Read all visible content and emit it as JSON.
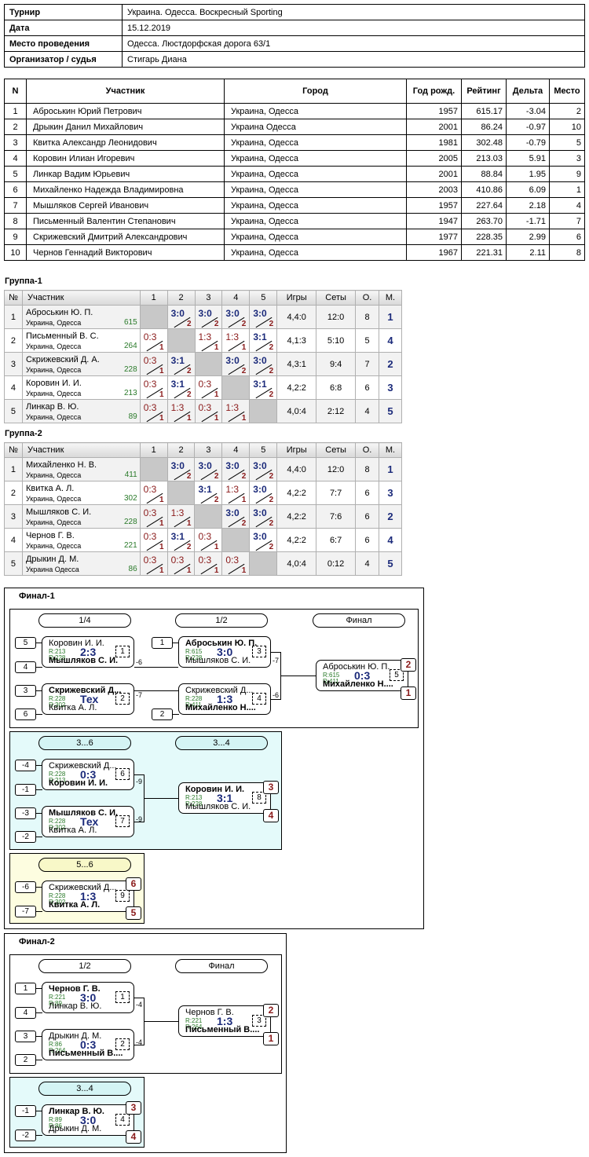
{
  "info": [
    {
      "k": "Турнир",
      "v": "Украина. Одесса. Воскресный Sporting"
    },
    {
      "k": "Дата",
      "v": "15.12.2019"
    },
    {
      "k": "Место проведения",
      "v": "Одесса. Люстдорфская дорога 63/1"
    },
    {
      "k": "Организатор / судья",
      "v": "Стигарь Диана"
    }
  ],
  "players": {
    "headers": [
      "N",
      "Участник",
      "Город",
      "Год рожд.",
      "Рейтинг",
      "Дельта",
      "Место"
    ],
    "rows": [
      [
        "1",
        "Аброськин Юрий Петрович",
        "Украина, Одесса",
        "1957",
        "615.17",
        "-3.04",
        "2"
      ],
      [
        "2",
        "Дрыкин Данил Михайлович",
        "Украина Одесса",
        "2001",
        "86.24",
        "-0.97",
        "10"
      ],
      [
        "3",
        "Квитка Александр Леонидович",
        "Украина, Одесса",
        "1981",
        "302.48",
        "-0.79",
        "5"
      ],
      [
        "4",
        "Коровин Илиан Игоревич",
        "Украина, Одесса",
        "2005",
        "213.03",
        "5.91",
        "3"
      ],
      [
        "5",
        "Линкар Вадим Юрьевич",
        "Украина, Одесса",
        "2001",
        "88.84",
        "1.95",
        "9"
      ],
      [
        "6",
        "Михайленко Надежда Владимировна",
        "Украина, Одесса",
        "2003",
        "410.86",
        "6.09",
        "1"
      ],
      [
        "7",
        "Мышляков Сергей Иванович",
        "Украина, Одесса",
        "1957",
        "227.64",
        "2.18",
        "4"
      ],
      [
        "8",
        "Письменный Валентин Степанович",
        "Украина, Одесса",
        "1947",
        "263.70",
        "-1.71",
        "7"
      ],
      [
        "9",
        "Скрижевский Дмитрий Александрович",
        "Украина, Одесса",
        "1977",
        "228.35",
        "2.99",
        "6"
      ],
      [
        "10",
        "Чернов Геннадий Викторович",
        "Украина, Одесса",
        "1967",
        "221.31",
        "2.11",
        "8"
      ]
    ]
  },
  "group_headers": [
    "№",
    "Участник",
    "1",
    "2",
    "3",
    "4",
    "5",
    "Игры",
    "Сеты",
    "О.",
    "М."
  ],
  "groups": [
    {
      "title": "Группа-1",
      "rows": [
        {
          "n": "1",
          "name": "Аброськин Ю. П.",
          "city": "Украина, Одесса",
          "rating": "615",
          "cells": [
            null,
            [
              "3:0",
              "2",
              "w"
            ],
            [
              "3:0",
              "2",
              "w"
            ],
            [
              "3:0",
              "2",
              "w"
            ],
            [
              "3:0",
              "2",
              "w"
            ]
          ],
          "games": "4,4:0",
          "sets": "12:0",
          "pts": "8",
          "place": "1"
        },
        {
          "n": "2",
          "name": "Письменный В. С.",
          "city": "Украина, Одесса",
          "rating": "264",
          "cells": [
            [
              "0:3",
              "1",
              "l"
            ],
            null,
            [
              "1:3",
              "1",
              "l"
            ],
            [
              "1:3",
              "1",
              "l"
            ],
            [
              "3:1",
              "2",
              "w"
            ]
          ],
          "games": "4,1:3",
          "sets": "5:10",
          "pts": "5",
          "place": "4"
        },
        {
          "n": "3",
          "name": "Скрижевский Д. А.",
          "city": "Украина, Одесса",
          "rating": "228",
          "cells": [
            [
              "0:3",
              "1",
              "l"
            ],
            [
              "3:1",
              "2",
              "w"
            ],
            null,
            [
              "3:0",
              "2",
              "w"
            ],
            [
              "3:0",
              "2",
              "w"
            ]
          ],
          "games": "4,3:1",
          "sets": "9:4",
          "pts": "7",
          "place": "2"
        },
        {
          "n": "4",
          "name": "Коровин И. И.",
          "city": "Украина, Одесса",
          "rating": "213",
          "cells": [
            [
              "0:3",
              "1",
              "l"
            ],
            [
              "3:1",
              "2",
              "w"
            ],
            [
              "0:3",
              "1",
              "l"
            ],
            null,
            [
              "3:1",
              "2",
              "w"
            ]
          ],
          "games": "4,2:2",
          "sets": "6:8",
          "pts": "6",
          "place": "3"
        },
        {
          "n": "5",
          "name": "Линкар В. Ю.",
          "city": "Украина, Одесса",
          "rating": "89",
          "cells": [
            [
              "0:3",
              "1",
              "l"
            ],
            [
              "1:3",
              "1",
              "l"
            ],
            [
              "0:3",
              "1",
              "l"
            ],
            [
              "1:3",
              "1",
              "l"
            ],
            null
          ],
          "games": "4,0:4",
          "sets": "2:12",
          "pts": "4",
          "place": "5"
        }
      ]
    },
    {
      "title": "Группа-2",
      "rows": [
        {
          "n": "1",
          "name": "Михайленко Н. В.",
          "city": "Украина, Одесса",
          "rating": "411",
          "cells": [
            null,
            [
              "3:0",
              "2",
              "w"
            ],
            [
              "3:0",
              "2",
              "w"
            ],
            [
              "3:0",
              "2",
              "w"
            ],
            [
              "3:0",
              "2",
              "w"
            ]
          ],
          "games": "4,4:0",
          "sets": "12:0",
          "pts": "8",
          "place": "1"
        },
        {
          "n": "2",
          "name": "Квитка А. Л.",
          "city": "Украина, Одесса",
          "rating": "302",
          "cells": [
            [
              "0:3",
              "1",
              "l"
            ],
            null,
            [
              "3:1",
              "2",
              "w"
            ],
            [
              "1:3",
              "1",
              "l"
            ],
            [
              "3:0",
              "2",
              "w"
            ]
          ],
          "games": "4,2:2",
          "sets": "7:7",
          "pts": "6",
          "place": "3"
        },
        {
          "n": "3",
          "name": "Мышляков С. И.",
          "city": "Украина, Одесса",
          "rating": "228",
          "cells": [
            [
              "0:3",
              "1",
              "l"
            ],
            [
              "1:3",
              "1",
              "l"
            ],
            null,
            [
              "3:0",
              "2",
              "w"
            ],
            [
              "3:0",
              "2",
              "w"
            ]
          ],
          "games": "4,2:2",
          "sets": "7:6",
          "pts": "6",
          "place": "2"
        },
        {
          "n": "4",
          "name": "Чернов Г. В.",
          "city": "Украина, Одесса",
          "rating": "221",
          "cells": [
            [
              "0:3",
              "1",
              "l"
            ],
            [
              "3:1",
              "2",
              "w"
            ],
            [
              "0:3",
              "1",
              "l"
            ],
            null,
            [
              "3:0",
              "2",
              "w"
            ]
          ],
          "games": "4,2:2",
          "sets": "6:7",
          "pts": "6",
          "place": "4"
        },
        {
          "n": "5",
          "name": "Дрыкин Д. М.",
          "city": "Украина Одесса",
          "rating": "86",
          "cells": [
            [
              "0:3",
              "1",
              "l"
            ],
            [
              "0:3",
              "1",
              "l"
            ],
            [
              "0:3",
              "1",
              "l"
            ],
            [
              "0:3",
              "1",
              "l"
            ],
            null
          ],
          "games": "4,0:4",
          "sets": "0:12",
          "pts": "4",
          "place": "5"
        }
      ]
    }
  ],
  "final1": {
    "title": "Финал-1",
    "main": {
      "rounds": [
        "1/4",
        "1/2",
        "Финал"
      ],
      "qf1": {
        "p1": "Коровин И. И.",
        "r1": "R:213",
        "p2": "Мышляков С. И.",
        "r2": "R:228",
        "score": "2:3",
        "num": "1",
        "s1": "5",
        "s2": "4",
        "win": 2,
        "lose": "-6"
      },
      "qf2": {
        "p1": "Скрижевский Д...",
        "r1": "R:228",
        "p2": "Квитка А. Л.",
        "r2": "R:302",
        "score": "Тех",
        "num": "2",
        "s1": "3",
        "s2": "6",
        "win": 1,
        "lose": "-7"
      },
      "sf1": {
        "p1": "Аброськин Ю. П.",
        "r1": "R:615",
        "p2": "Мышляков С. И.",
        "r2": "R:228",
        "score": "3:0",
        "num": "3",
        "s1": "1",
        "win": 1,
        "lose": "-7"
      },
      "sf2": {
        "p1": "Скрижевский Д...",
        "r1": "R:228",
        "p2": "Михайленко Н....",
        "r2": "R:411",
        "score": "1:3",
        "num": "4",
        "s2": "2",
        "win": 2,
        "lose": "-6"
      },
      "fin": {
        "p1": "Аброськин Ю. П.",
        "r1": "R:615",
        "p2": "Михайленко Н....",
        "r2": "R:411",
        "score": "0:3",
        "num": "5",
        "win": 2,
        "pl1": "2",
        "pl2": "1"
      }
    },
    "c36": {
      "rounds": [
        "3...6",
        "3...4"
      ],
      "m6": {
        "p1": "Скрижевский Д...",
        "r1": "R:228",
        "p2": "Коровин И. И.",
        "r2": "R:213",
        "score": "0:3",
        "num": "6",
        "s1": "-4",
        "s2": "-1",
        "win": 2,
        "lose": "-9"
      },
      "m7": {
        "p1": "Мышляков С. И.",
        "r1": "R:228",
        "p2": "Квитка А. Л.",
        "r2": "R:302",
        "score": "Тех",
        "num": "7",
        "s1": "-3",
        "s2": "-2",
        "win": 1,
        "lose": "-9"
      },
      "m8": {
        "p1": "Коровин И. И.",
        "r1": "R:213",
        "p2": "Мышляков С. И.",
        "r2": "R:228",
        "score": "3:1",
        "num": "8",
        "win": 1,
        "pl1": "3",
        "pl2": "4"
      }
    },
    "c56": {
      "rounds": [
        "5...6"
      ],
      "m9": {
        "p1": "Скрижевский Д...",
        "r1": "R:228",
        "p2": "Квитка А. Л.",
        "r2": "R:302",
        "score": "1:3",
        "num": "9",
        "s1": "-6",
        "s2": "-7",
        "win": 2,
        "pl1": "6",
        "pl2": "5"
      }
    }
  },
  "final2": {
    "title": "Финал-2",
    "main": {
      "rounds": [
        "1/2",
        "Финал"
      ],
      "sf1": {
        "p1": "Чернов Г. В.",
        "r1": "R:221",
        "p2": "Линкар В. Ю.",
        "r2": "R:89",
        "score": "3:0",
        "num": "1",
        "s1": "1",
        "s2": "4",
        "win": 1,
        "lose": "-4"
      },
      "sf2": {
        "p1": "Дрыкин Д. М.",
        "r1": "R:86",
        "p2": "Письменный В....",
        "r2": "R:264",
        "score": "0:3",
        "num": "2",
        "s1": "3",
        "s2": "2",
        "win": 2,
        "lose": "-4"
      },
      "fin": {
        "p1": "Чернов Г. В.",
        "r1": "R:221",
        "p2": "Письменный В....",
        "r2": "R:264",
        "score": "1:3",
        "num": "3",
        "win": 2,
        "pl1": "2",
        "pl2": "1"
      }
    },
    "c34": {
      "rounds": [
        "3...4"
      ],
      "m4": {
        "p1": "Линкар В. Ю.",
        "r1": "R:89",
        "p2": "Дрыкин Д. М.",
        "r2": "R:86",
        "score": "3:0",
        "num": "4",
        "s1": "-1",
        "s2": "-2",
        "win": 1,
        "pl1": "3",
        "pl2": "4"
      }
    }
  }
}
